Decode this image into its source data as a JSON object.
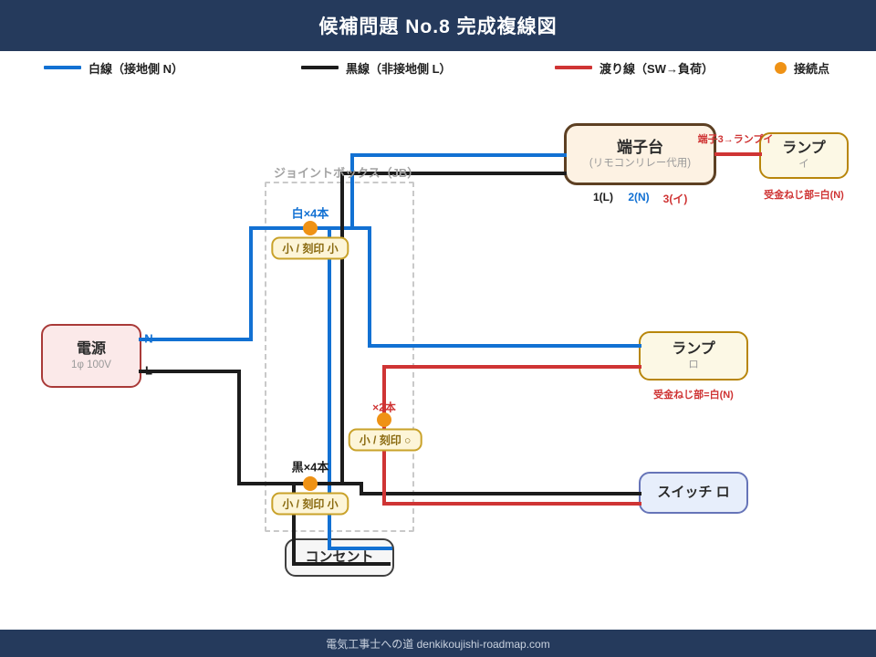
{
  "header": {
    "title": "候補問題 No.8 完成複線図"
  },
  "legend": {
    "items": [
      {
        "label": "白線（接地側 N）",
        "swatch": "line-blue"
      },
      {
        "label": "黒線（非接地側 L）",
        "swatch": "line-black"
      },
      {
        "label": "渡り線（SW→負荷）",
        "swatch": "line-red"
      },
      {
        "label": "接続点",
        "swatch": "dot-orange"
      }
    ]
  },
  "diagram": {
    "joint_box": {
      "label": "ジョイントボックス（JB）"
    },
    "power": {
      "title": "電源",
      "subtitle": "1φ 100V",
      "n_label": "N",
      "l_label": "L"
    },
    "terminal_block": {
      "title": "端子台",
      "subtitle": "(リモコンリレー代用)",
      "terminals": [
        {
          "label": "1(L)"
        },
        {
          "label": "2(N)"
        },
        {
          "label": "3(イ)"
        }
      ],
      "jumper_label": "端子3→ランプイ"
    },
    "lamp_i": {
      "title": "ランプ",
      "subtitle": "イ",
      "note": "受金ねじ部=白(N)"
    },
    "lamp_ro": {
      "title": "ランプ",
      "subtitle": "ロ",
      "note": "受金ねじ部=白(N)"
    },
    "switch_ro": {
      "title": "スイッチ ロ"
    },
    "outlet": {
      "title": "コンセント"
    },
    "junctions": [
      {
        "label": "白×4本",
        "badge": "小 / 刻印 小"
      },
      {
        "label": "黒×4本",
        "badge": "小 / 刻印 小"
      },
      {
        "label": "×2本",
        "badge": "小 / 刻印 ○"
      }
    ]
  },
  "footer": {
    "text": "電気工事士への道 denkikoujishi-roadmap.com"
  },
  "colors": {
    "header_bg": "#253a5c",
    "white_wire": "#1271d3",
    "black_wire": "#1c1c1c",
    "red_wire": "#cf3434",
    "junction": "#ef9215"
  }
}
